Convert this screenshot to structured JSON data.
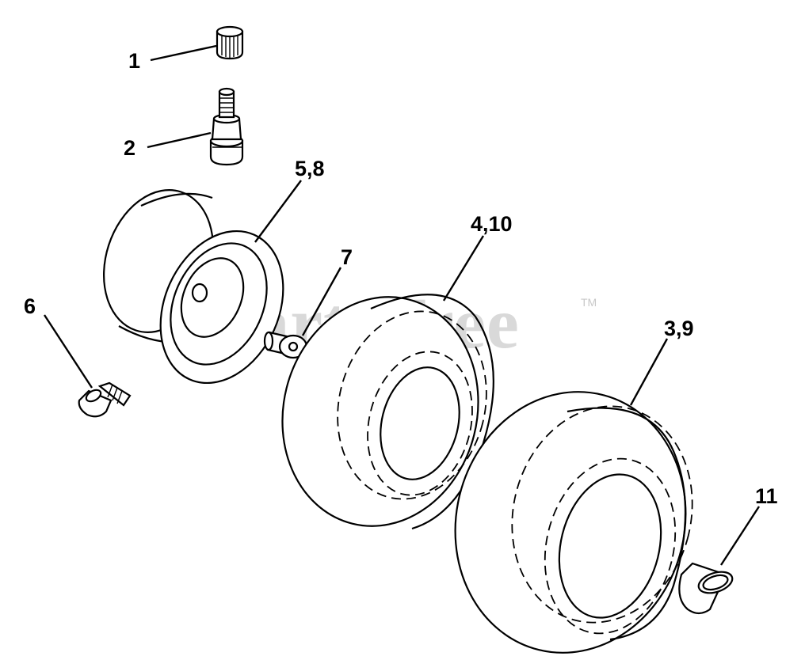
{
  "watermark": {
    "text": "PartsTree",
    "trademark": "TM"
  },
  "callouts": [
    {
      "id": "1",
      "text": "1"
    },
    {
      "id": "2",
      "text": "2"
    },
    {
      "id": "5-8",
      "text": "5,8"
    },
    {
      "id": "4-10",
      "text": "4,10"
    },
    {
      "id": "7",
      "text": "7"
    },
    {
      "id": "6",
      "text": "6"
    },
    {
      "id": "3-9",
      "text": "3,9"
    },
    {
      "id": "11",
      "text": "11"
    }
  ]
}
